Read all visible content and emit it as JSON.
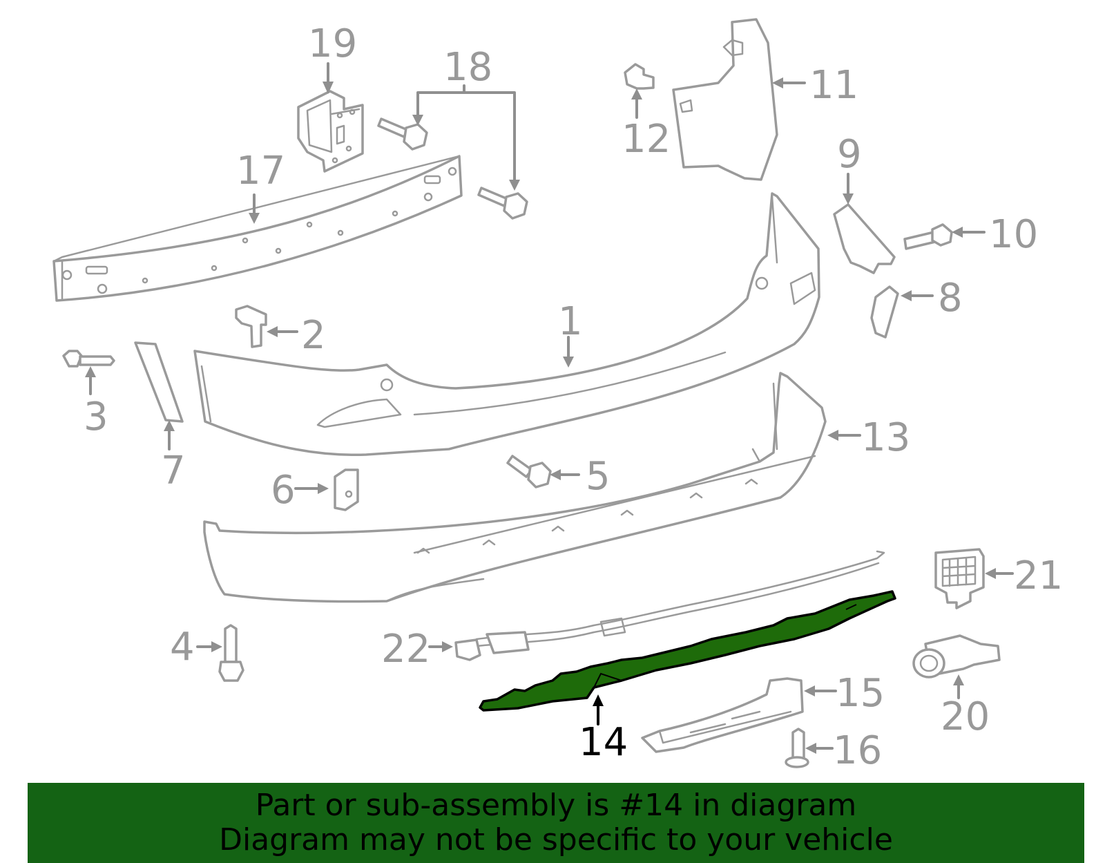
{
  "diagram": {
    "highlighted_part": "14",
    "highlight_color": "#1e6b0a",
    "callouts": {
      "c1": "1",
      "c2": "2",
      "c3": "3",
      "c4": "4",
      "c5": "5",
      "c6": "6",
      "c7": "7",
      "c8": "8",
      "c9": "9",
      "c10": "10",
      "c11": "11",
      "c12": "12",
      "c13": "13",
      "c14": "14",
      "c15": "15",
      "c16": "16",
      "c17": "17",
      "c18": "18",
      "c19": "19",
      "c20": "20",
      "c21": "21",
      "c22": "22"
    }
  },
  "banner": {
    "line1": "Part or sub-assembly is #14 in diagram",
    "line2": "Diagram may not be specific to your vehicle",
    "background": "#146314"
  }
}
